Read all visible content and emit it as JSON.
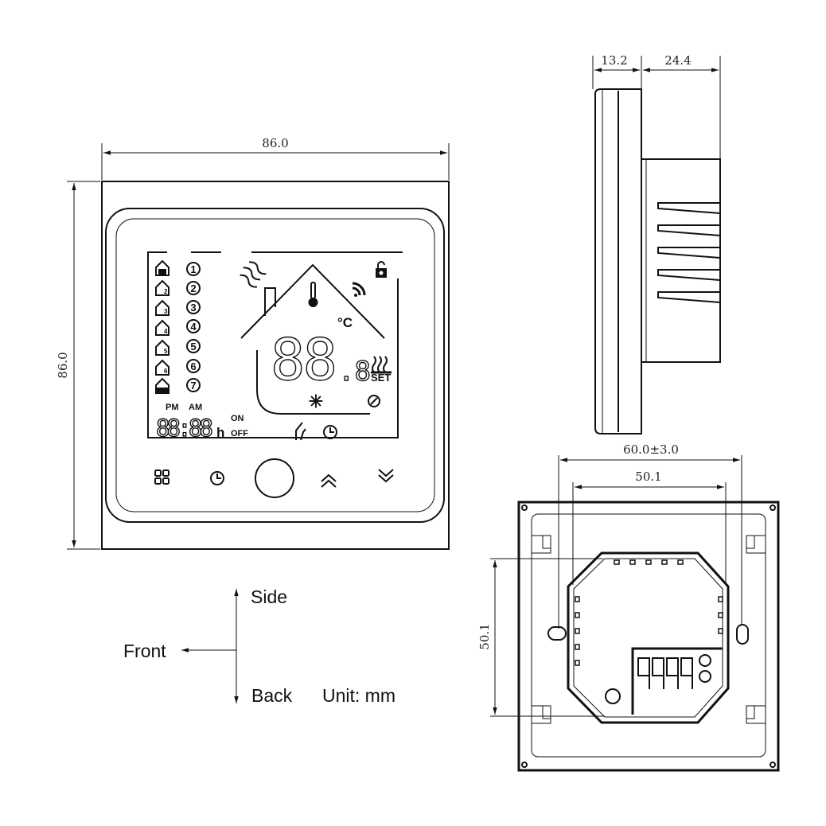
{
  "dimensions": {
    "front_width": "86.0",
    "front_height": "86.0",
    "side_front_depth": "13.2",
    "side_back_depth": "24.4",
    "back_hole_spacing": "60.0±3.0",
    "back_box_width": "50.1",
    "back_box_height": "50.1"
  },
  "legend": {
    "side": "Side",
    "front": "Front",
    "back": "Back",
    "unit": "Unit: mm"
  },
  "lcd": {
    "program_numbers": [
      "1",
      "2",
      "3",
      "4",
      "5",
      "6",
      "7"
    ],
    "pm": "PM",
    "am": "AM",
    "clock_digits": "88:88",
    "hour_unit": "h",
    "on": "ON",
    "off": "OFF",
    "temp_digits": "88",
    "temp_decimal": ".8",
    "celsius": "°C",
    "set": "SET"
  }
}
